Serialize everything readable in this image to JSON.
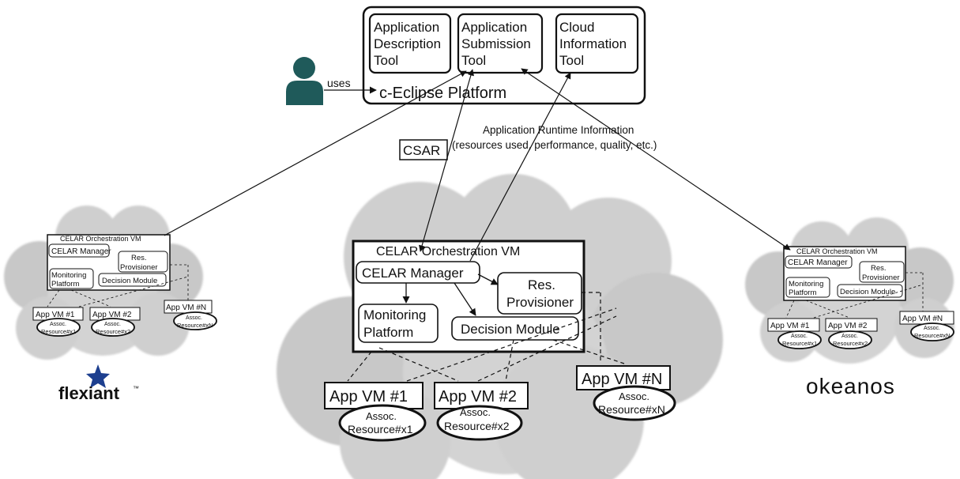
{
  "platform": {
    "tools": [
      {
        "lines": [
          "Application",
          "Description",
          "Tool"
        ]
      },
      {
        "lines": [
          "Application",
          "Submission",
          "Tool"
        ]
      },
      {
        "lines": [
          "Cloud",
          "Information",
          "Tool"
        ]
      }
    ],
    "label": "c-Eclipse Platform"
  },
  "user": {
    "uses_label": "uses"
  },
  "csar_label": "CSAR",
  "runtime_info": {
    "line1": "Application Runtime Information",
    "line2": "(resources used, performance, quality, etc.)"
  },
  "cloud": {
    "orchestration_title": "CELAR Orchestration VM",
    "manager": "CELAR Manager",
    "provisioner": [
      "Res.",
      "Provisioner"
    ],
    "monitoring": [
      "Monitoring",
      "Platform"
    ],
    "decision": "Decision Module",
    "vms": [
      {
        "label": "App VM #1",
        "res": [
          "Assoc.",
          "Resource#x1"
        ]
      },
      {
        "label": "App VM #2",
        "res": [
          "Assoc.",
          "Resource#x2"
        ]
      },
      {
        "label": "App VM #N",
        "res": [
          "Assoc.",
          "Resource#xN"
        ]
      }
    ]
  },
  "logos": {
    "left": "flexiant",
    "left_tm": "™",
    "right": "okeanos"
  },
  "colors": {
    "user_icon": "#1f5a5a",
    "cloud_fill": "#d7d7d7",
    "line": "#111111"
  }
}
